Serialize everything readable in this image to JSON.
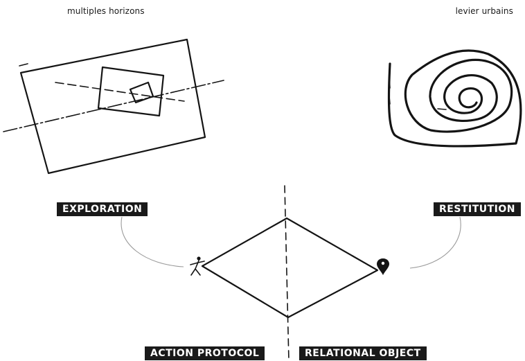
{
  "captions": {
    "top_left": "multiples horizons",
    "top_right": "levier urbains"
  },
  "labels": {
    "exploration": "EXPLORATION",
    "restitution": "RESTITUTION",
    "action_protocol": "ACTION PROTOCOL",
    "relational_object": "RELATIONAL OBJECT"
  },
  "icons": {
    "left_vertex": "walking-figure-icon",
    "right_vertex": "location-pin-icon"
  },
  "colors": {
    "ink": "#141414",
    "label_background": "#1a1a1a",
    "label_text": "#ffffff",
    "connector": "#9a9a9a"
  }
}
